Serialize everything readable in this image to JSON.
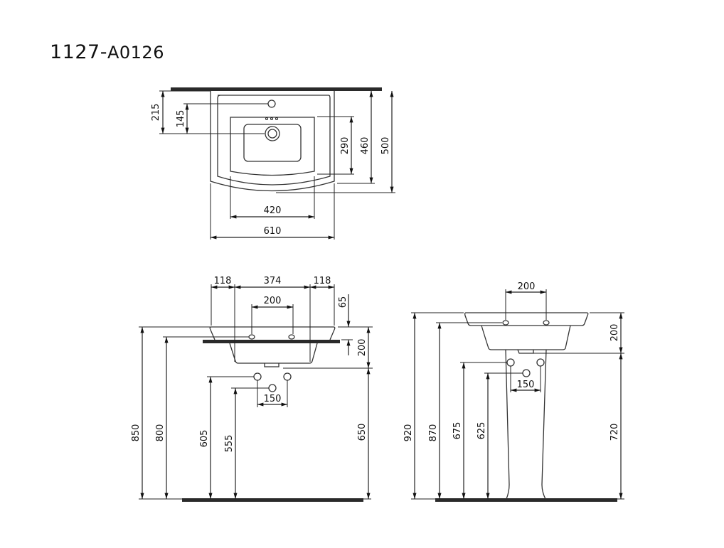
{
  "title": {
    "model": "1127",
    "separator": "-",
    "code": "A0126"
  },
  "top_view": {
    "dims": {
      "d215": "215",
      "d145": "145",
      "d290": "290",
      "d460": "460",
      "d500": "500",
      "d420": "420",
      "d610": "610"
    }
  },
  "front_view": {
    "dims": {
      "d118a": "118",
      "d374": "374",
      "d118b": "118",
      "d200_tap": "200",
      "d65": "65",
      "d200_bowl": "200",
      "d150": "150",
      "d850": "850",
      "d800": "800",
      "d605": "605",
      "d555": "555",
      "d650": "650"
    }
  },
  "side_view": {
    "dims": {
      "d200_tap": "200",
      "d200_bowl": "200",
      "d150": "150",
      "d920": "920",
      "d870": "870",
      "d675": "675",
      "d625": "625",
      "d720": "720"
    }
  },
  "colors": {
    "line": "#222222",
    "wall": "#2a2a2a",
    "background": "#ffffff"
  }
}
